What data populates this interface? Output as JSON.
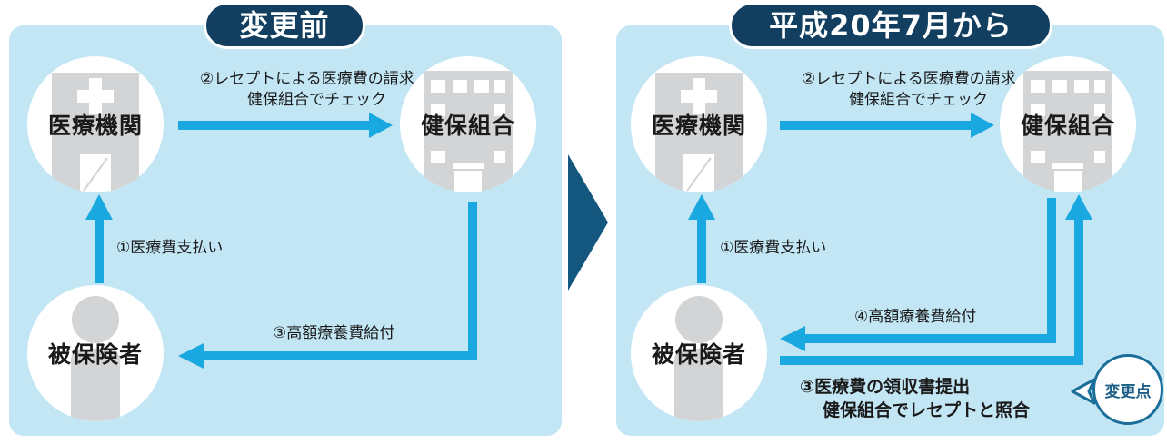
{
  "before": {
    "title": "変更前",
    "medical_institution": "医療機関",
    "insurer": "健保組合",
    "insured": "被保険者",
    "step1": "①医療費支払い",
    "step2_line1": "②レセプトによる医療費の請求",
    "step2_line2": "健保組合でチェック",
    "step3": "③高額療養費給付"
  },
  "after": {
    "title": "平成20年7月から",
    "medical_institution": "医療機関",
    "insurer": "健保組合",
    "insured": "被保険者",
    "step1": "①医療費支払い",
    "step2_line1": "②レセプトによる医療費の請求",
    "step2_line2": "健保組合でチェック",
    "step3_line1": "③医療費の領収書提出",
    "step3_line2": "健保組合でレセプトと照合",
    "step4": "④高額療養費給付",
    "change_badge": "変更点"
  },
  "colors": {
    "panel_bg": "#c3e6f5",
    "arrow": "#1aa8e0",
    "title_pill": "#123f60",
    "icon_gray": "#d2d4d6",
    "chevron": "#13577e",
    "badge_border": "#1b6e99"
  }
}
